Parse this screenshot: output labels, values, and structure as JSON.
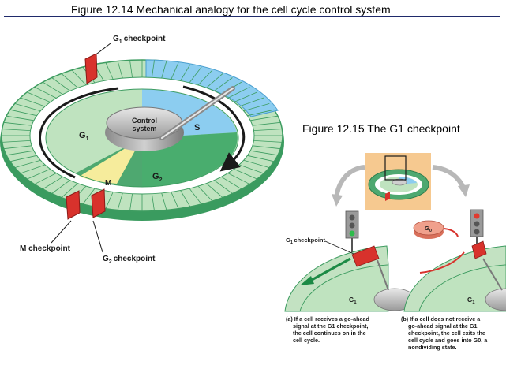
{
  "figure_1214": {
    "title": "Figure 12.14  Mechanical analogy for the cell cycle control system",
    "labels": {
      "g1_checkpoint": "G",
      "g1_checkpoint_sub": "1",
      "g1_checkpoint_text": "checkpoint",
      "control_system_1": "Control",
      "control_system_2": "system",
      "g1_phase": "G",
      "g1_phase_sub": "1",
      "s_phase": "S",
      "m_phase": "M",
      "g2_phase": "G",
      "g2_phase_sub": "2",
      "m_checkpoint": "M checkpoint",
      "g2_checkpoint": "G",
      "g2_checkpoint_sub": "2",
      "g2_checkpoint_text": "checkpoint"
    }
  },
  "figure_1215": {
    "title": "Figure 12.15  The G1 checkpoint",
    "g1_checkpoint_label": "G",
    "g1_checkpoint_label_sub": "1",
    "g1_checkpoint_label_text": "checkpoint",
    "g0_label": "G",
    "g0_label_sub": "0",
    "panel_a_phase": "G",
    "panel_a_phase_sub": "1",
    "panel_b_phase": "G",
    "panel_b_phase_sub": "1",
    "caption_a": [
      "(a) If a cell receives a go-ahead",
      "signal at the G1 checkpoint,",
      "the cell continues on in the",
      "cell cycle."
    ],
    "caption_b": [
      "(b) If a cell does not receive a",
      "go-ahead signal at the G1",
      "checkpoint, the cell exits the",
      "cell cycle and goes into G0, a",
      "nondividing state."
    ]
  },
  "colors": {
    "ring_green": "#3fae6a",
    "ring_light": "#c3e2c2",
    "g1_sector": "#bfe3bf",
    "s_sector": "#7fc6ee",
    "g2_sector": "#49ad6e",
    "m_sector": "#f6ec9c",
    "checkpoint_red": "#d8322c",
    "title_rule": "#1f2a6b"
  }
}
